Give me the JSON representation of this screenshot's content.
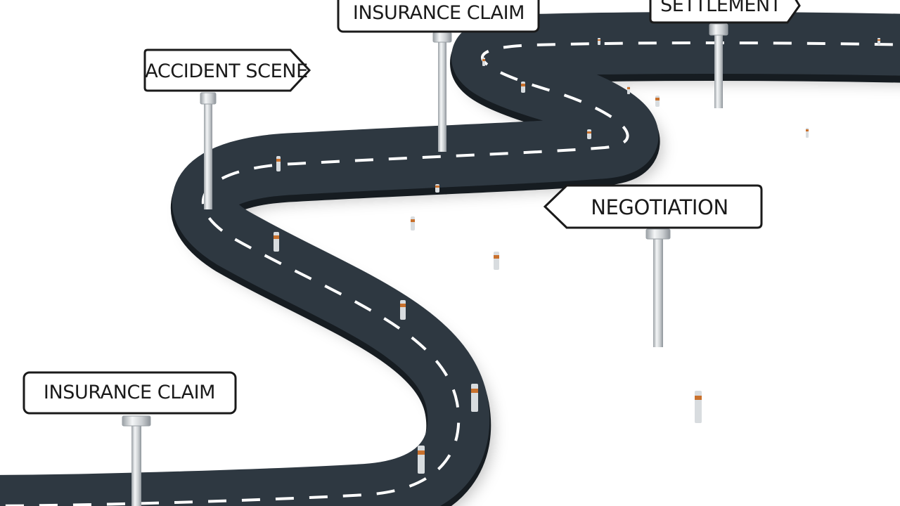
{
  "signs": {
    "accident_scene": "ACCIDENT SCENE",
    "insurance_claim_top": "INSURANCE CLAIM",
    "settlement": "SETTLEMENT",
    "negotiation": "NEGOTIATION",
    "insurance_claim_bottom": "INSURANCE CLAIM"
  },
  "colors": {
    "road": "#2e3841",
    "road_edge": "#161c21",
    "lane_marking": "#ffffff",
    "sign_border": "#1a1a1a",
    "post": "#d8dcdf",
    "bollard_band": "#c9712d"
  }
}
